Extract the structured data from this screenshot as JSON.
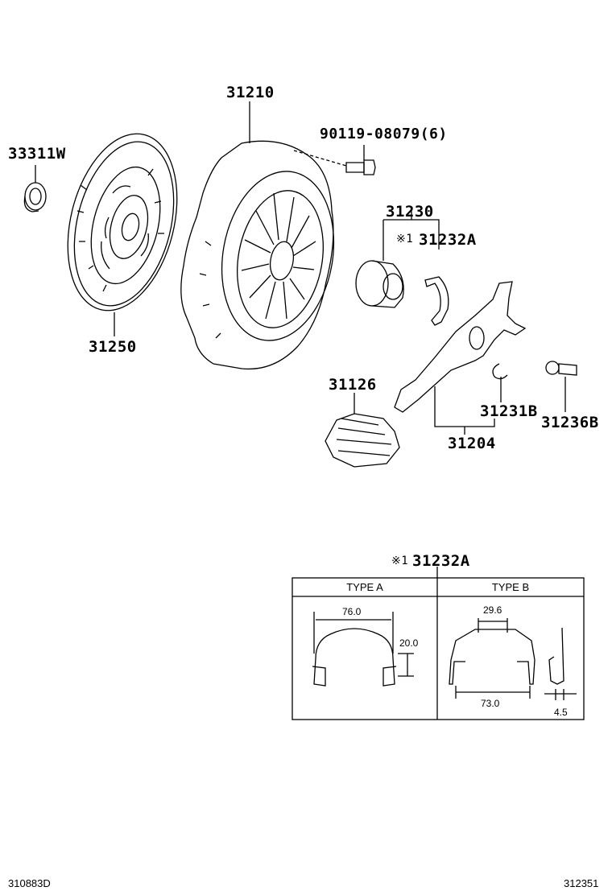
{
  "parts": {
    "p33311w": "33311W",
    "p31250": "31250",
    "p31210": "31210",
    "p90119": "90119-08079(6)",
    "p31230": "31230",
    "p31232a_mark": "※1",
    "p31232a": "31232A",
    "p31126": "31126",
    "p31231b": "31231B",
    "p31236b": "31236B",
    "p31204": "31204"
  },
  "detail": {
    "mark": "※1",
    "title": "31232A",
    "type_a": "TYPE A",
    "type_b": "TYPE B",
    "dim_76": "76.0",
    "dim_20": "20.0",
    "dim_29": "29.6",
    "dim_73": "73.0",
    "dim_45": "4.5"
  },
  "footer": {
    "left": "310883D",
    "right": "312351"
  }
}
